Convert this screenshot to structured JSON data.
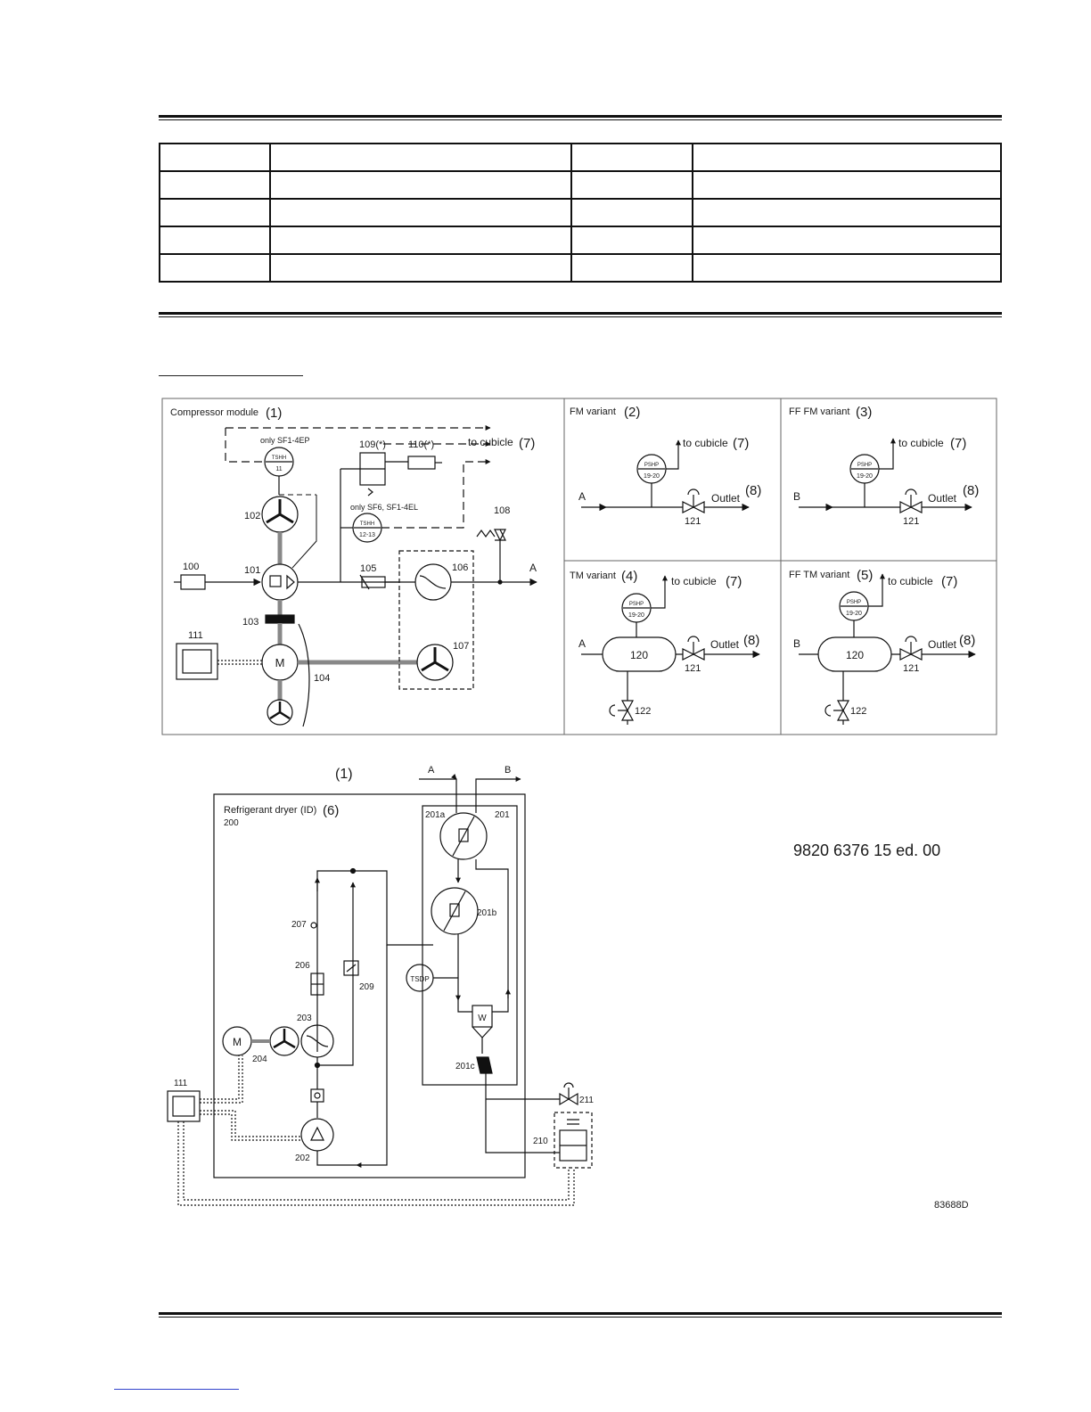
{
  "document": {
    "doc_number": "9820 6376 15 ed. 00",
    "figure_id": "83688D"
  },
  "modules": {
    "compressor": {
      "title": "Compressor module",
      "ref": "(1)"
    },
    "fm": {
      "title": "FM variant",
      "ref": "(2)"
    },
    "ff_fm": {
      "title": "FF FM variant",
      "ref": "(3)"
    },
    "tm": {
      "title": "TM variant",
      "ref": "(4)"
    },
    "ff_tm": {
      "title": "FF TM variant",
      "ref": "(5)"
    },
    "dryer": {
      "title": "Refrigerant dryer",
      "abbr": "(ID)",
      "ref": "(6)",
      "number": "200",
      "link_ref": "(1)"
    }
  },
  "labels": {
    "to_cubicle": "to cubicle",
    "to_cubicle_ref": "(7)",
    "outlet": "Outlet",
    "outlet_ref": "(8)",
    "point_a": "A",
    "point_b": "B",
    "only_sf1_4ep": "only SF1-4EP",
    "only_sf6_sf1_4el": "only SF6, SF1-4EL",
    "sensor_tsdp": "TSDP",
    "sensor_pressure": "PSHP",
    "sensor_temp": "TSHH",
    "drain_w": "W",
    "motor": "M"
  },
  "sensor_codes": {
    "compressor_top": "11",
    "compressor_mid": "12-13",
    "fm": "19-20",
    "ff_fm": "19-20",
    "tm": "19-20",
    "ff_tm": "19-20"
  },
  "component_numbers": {
    "c100": "100",
    "c101": "101",
    "c102": "102",
    "c103": "103",
    "c104": "104",
    "c105": "105",
    "c106": "106",
    "c107": "107",
    "c108": "108",
    "c109": "109(*)",
    "c110": "110(*)",
    "c111": "111",
    "c120": "120",
    "c121": "121",
    "c122": "122",
    "c201": "201",
    "c201a": "201a",
    "c201b": "201b",
    "c201c": "201c",
    "c202": "202",
    "c203": "203",
    "c204": "204",
    "c206": "206",
    "c207": "207",
    "c209": "209",
    "c210": "210",
    "c211": "211"
  }
}
